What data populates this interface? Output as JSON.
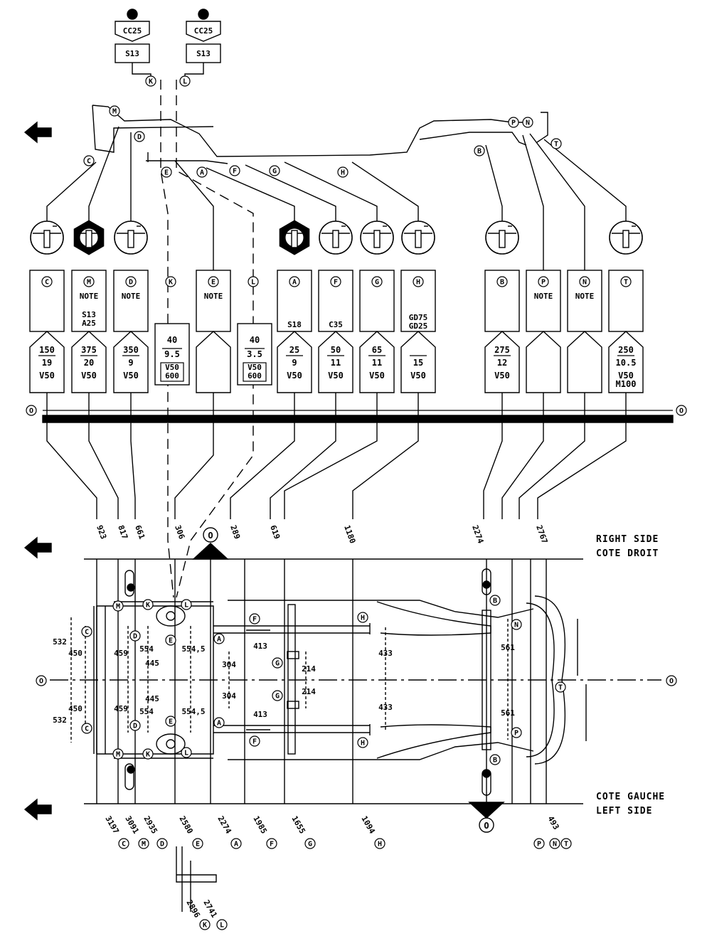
{
  "top_boxes": [
    {
      "id": "K",
      "shape": "CC25",
      "code": "S13"
    },
    {
      "id": "L",
      "shape": "CC25",
      "code": "S13"
    }
  ],
  "letters": [
    "A",
    "B",
    "C",
    "D",
    "E",
    "F",
    "G",
    "H",
    "K",
    "L",
    "M",
    "N",
    "P",
    "T",
    "O"
  ],
  "cards": [
    {
      "id": "C",
      "note": "",
      "extra": "",
      "top": "150",
      "bottom": "19",
      "grade": "V50",
      "type": "bolt"
    },
    {
      "id": "M",
      "note": "NOTE",
      "extra": "S13\nA25",
      "top": "375",
      "bottom": "20",
      "grade": "V50",
      "type": "nut"
    },
    {
      "id": "D",
      "note": "NOTE",
      "extra": "",
      "top": "350",
      "bottom": "9",
      "grade": "V50",
      "type": "bolt"
    },
    {
      "id": "K",
      "note": "",
      "extra": "",
      "top": "40",
      "bottom": "9.5",
      "grade": "V50\n600",
      "type": "none"
    },
    {
      "id": "E",
      "note": "NOTE",
      "extra": "",
      "top": "",
      "bottom": "",
      "grade": "",
      "type": "none"
    },
    {
      "id": "L",
      "note": "",
      "extra": "",
      "top": "40",
      "bottom": "3.5",
      "grade": "V50\n600",
      "type": "none"
    },
    {
      "id": "A",
      "note": "",
      "extra": "S18",
      "top": "25",
      "bottom": "9",
      "grade": "V50",
      "type": "nut"
    },
    {
      "id": "F",
      "note": "",
      "extra": "C35",
      "top": "50",
      "bottom": "11",
      "grade": "V50",
      "type": "bolt"
    },
    {
      "id": "G",
      "note": "",
      "extra": "",
      "top": "65",
      "bottom": "11",
      "grade": "V50",
      "type": "bolt"
    },
    {
      "id": "H",
      "note": "",
      "extra": "GD75\nGD25",
      "top": "",
      "bottom": "15",
      "grade": "V50",
      "type": "bolt"
    },
    {
      "id": "B",
      "note": "",
      "extra": "",
      "top": "275",
      "bottom": "12",
      "grade": "V50",
      "type": "bolt"
    },
    {
      "id": "P",
      "note": "NOTE",
      "extra": "",
      "top": "",
      "bottom": "",
      "grade": "",
      "type": "none"
    },
    {
      "id": "N",
      "note": "NOTE",
      "extra": "",
      "top": "",
      "bottom": "",
      "grade": "",
      "type": "none"
    },
    {
      "id": "T",
      "note": "",
      "extra": "",
      "top": "250",
      "bottom": "10.5",
      "grade": "V50\nM100",
      "type": "bolt"
    }
  ],
  "right_side": {
    "line1": "RIGHT SIDE",
    "line2": "COTE DROIT"
  },
  "left_side": {
    "line1": "COTE GAUCHE",
    "line2": "LEFT SIDE"
  },
  "top_dims": [
    "923",
    "817",
    "661",
    "306",
    "289",
    "619",
    "1180",
    "2274",
    "2767"
  ],
  "bottom_dims": [
    {
      "v": "3197",
      "id": "C"
    },
    {
      "v": "3091",
      "id": "M"
    },
    {
      "v": "2935",
      "id": "D"
    },
    {
      "v": "2580",
      "id": "E"
    },
    {
      "v": "2274",
      "id": "A"
    },
    {
      "v": "1985",
      "id": "F"
    },
    {
      "v": "1655",
      "id": "G"
    },
    {
      "v": "1094",
      "id": "H"
    },
    {
      "v": "493",
      "id": "T"
    }
  ],
  "bottom_extra": [
    {
      "v": "2896",
      "id": "K"
    },
    {
      "v": "2741",
      "id": "L"
    }
  ],
  "plan_dims": {
    "d532": "532",
    "d450": "450",
    "d459": "459",
    "d554": "554",
    "d445": "445",
    "d5545": "554,5",
    "d304": "304",
    "d413": "413",
    "d214": "214",
    "d433": "433",
    "d561": "561"
  }
}
